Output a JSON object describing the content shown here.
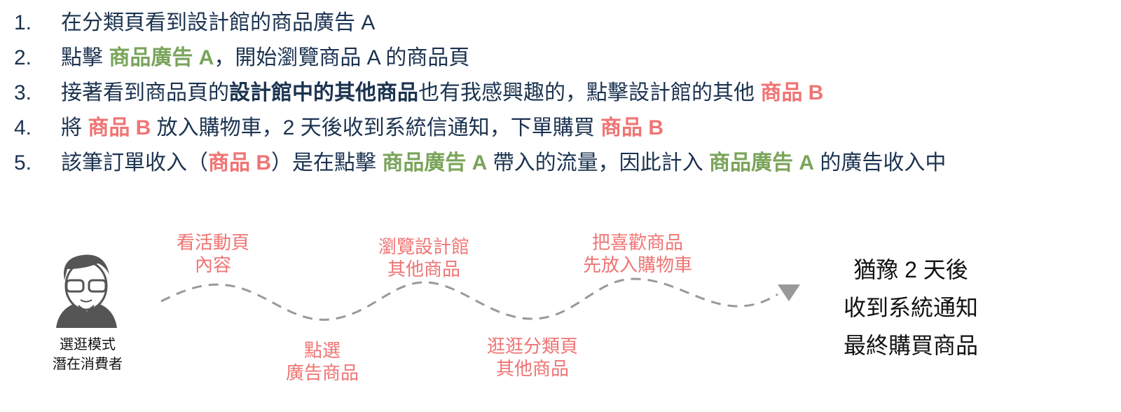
{
  "steps": [
    {
      "num": "1.",
      "segments": [
        {
          "text": "在分類頁看到設計館的商品廣告 A",
          "style": "normal"
        }
      ]
    },
    {
      "num": "2.",
      "segments": [
        {
          "text": "點擊 ",
          "style": "normal"
        },
        {
          "text": "商品廣告 A",
          "style": "green"
        },
        {
          "text": "，開始瀏覽商品 A 的商品頁",
          "style": "normal"
        }
      ]
    },
    {
      "num": "3.",
      "segments": [
        {
          "text": "接著看到商品頁的",
          "style": "normal"
        },
        {
          "text": "設計館中的其他商品",
          "style": "bold"
        },
        {
          "text": "也有我感興趣的，點擊設計館的其他 ",
          "style": "normal"
        },
        {
          "text": "商品 B",
          "style": "red"
        }
      ]
    },
    {
      "num": "4.",
      "segments": [
        {
          "text": "將 ",
          "style": "normal"
        },
        {
          "text": "商品 B",
          "style": "red"
        },
        {
          "text": " 放入購物車，2 天後收到系統信通知，下單購買 ",
          "style": "normal"
        },
        {
          "text": "商品 B",
          "style": "red"
        }
      ]
    },
    {
      "num": "5.",
      "segments": [
        {
          "text": "該筆訂單收入（",
          "style": "normal"
        },
        {
          "text": "商品 B",
          "style": "red"
        },
        {
          "text": "）是在點擊 ",
          "style": "normal"
        },
        {
          "text": "商品廣告 A",
          "style": "green"
        },
        {
          "text": " 帶入的流量，因此計入 ",
          "style": "normal"
        },
        {
          "text": "商品廣告 A",
          "style": "green"
        },
        {
          "text": " 的廣告收入中",
          "style": "normal"
        }
      ]
    }
  ],
  "journey": {
    "persona": [
      "選逛模式",
      "潛在消費者"
    ],
    "stages": [
      {
        "lines": [
          "看活動頁",
          "內容"
        ]
      },
      {
        "lines": [
          "點選",
          "廣告商品"
        ]
      },
      {
        "lines": [
          "瀏覽設計館",
          "其他商品"
        ]
      },
      {
        "lines": [
          "逛逛分類頁",
          "其他商品"
        ]
      },
      {
        "lines": [
          "把喜歡商品",
          "先放入購物車"
        ]
      }
    ],
    "result": [
      "猶豫 2 天後",
      "收到系統通知",
      "最終購買商品"
    ]
  },
  "colors": {
    "text": "#1b3350",
    "green": "#7aa45a",
    "red": "#f07474",
    "path": "#999999",
    "avatar": "#555555"
  }
}
